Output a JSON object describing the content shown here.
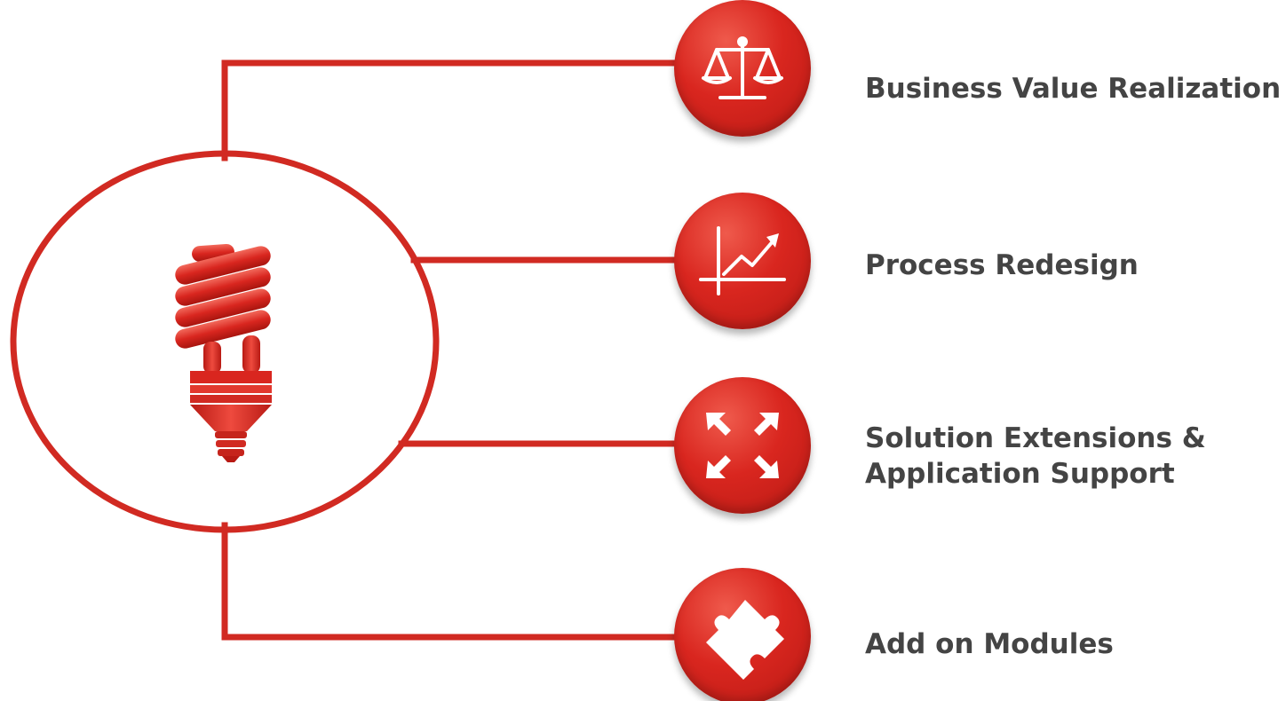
{
  "colors": {
    "accent": "#d12a22",
    "text": "#444444"
  },
  "center": {
    "icon": "light-bulb-icon"
  },
  "items": [
    {
      "icon": "balance-scale-icon",
      "lines": [
        "Business Value Realization"
      ]
    },
    {
      "icon": "growth-chart-icon",
      "lines": [
        "Process Redesign"
      ]
    },
    {
      "icon": "expand-arrows-icon",
      "lines": [
        "Solution Extensions &",
        "Application Support"
      ]
    },
    {
      "icon": "puzzle-piece-icon",
      "lines": [
        "Add on Modules"
      ]
    }
  ]
}
